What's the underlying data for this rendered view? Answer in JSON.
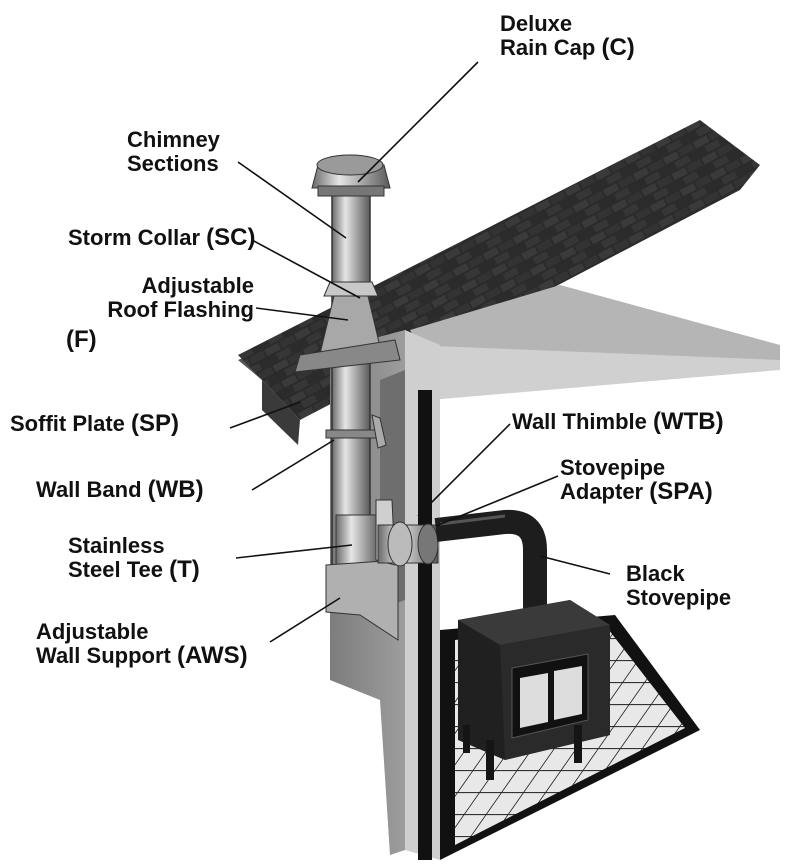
{
  "labels": {
    "deluxe_rain_cap": {
      "line1": "Deluxe",
      "line2": "Rain Cap",
      "code": "(C)"
    },
    "chimney_sections": {
      "line1": "Chimney",
      "line2": "Sections"
    },
    "storm_collar": {
      "text": "Storm Collar",
      "code": "(SC)"
    },
    "roof_flashing": {
      "line1": "Adjustable",
      "line2": "Roof Flashing",
      "code": "(F)"
    },
    "soffit_plate": {
      "text": "Soffit Plate",
      "code": "(SP)"
    },
    "wall_band": {
      "text": "Wall Band",
      "code": "(WB)"
    },
    "stainless_tee": {
      "line1": "Stainless",
      "line2": "Steel Tee",
      "code": "(T)"
    },
    "wall_support": {
      "line1": "Adjustable",
      "line2": "Wall Support",
      "code": "(AWS)"
    },
    "wall_thimble": {
      "text": "Wall Thimble",
      "code": "(WTB)"
    },
    "stovepipe_adapter": {
      "line1": "Stovepipe",
      "line2": "Adapter",
      "code": "(SPA)"
    },
    "black_stovepipe": {
      "line1": "Black",
      "line2": "Stovepipe"
    }
  },
  "colors": {
    "roof_dark": "#2a2a2a",
    "wall_gray": "#8a8a8a",
    "metal": "#b8b8b8",
    "stovepipe": "#222222",
    "hearth": "#1a1a1a"
  }
}
